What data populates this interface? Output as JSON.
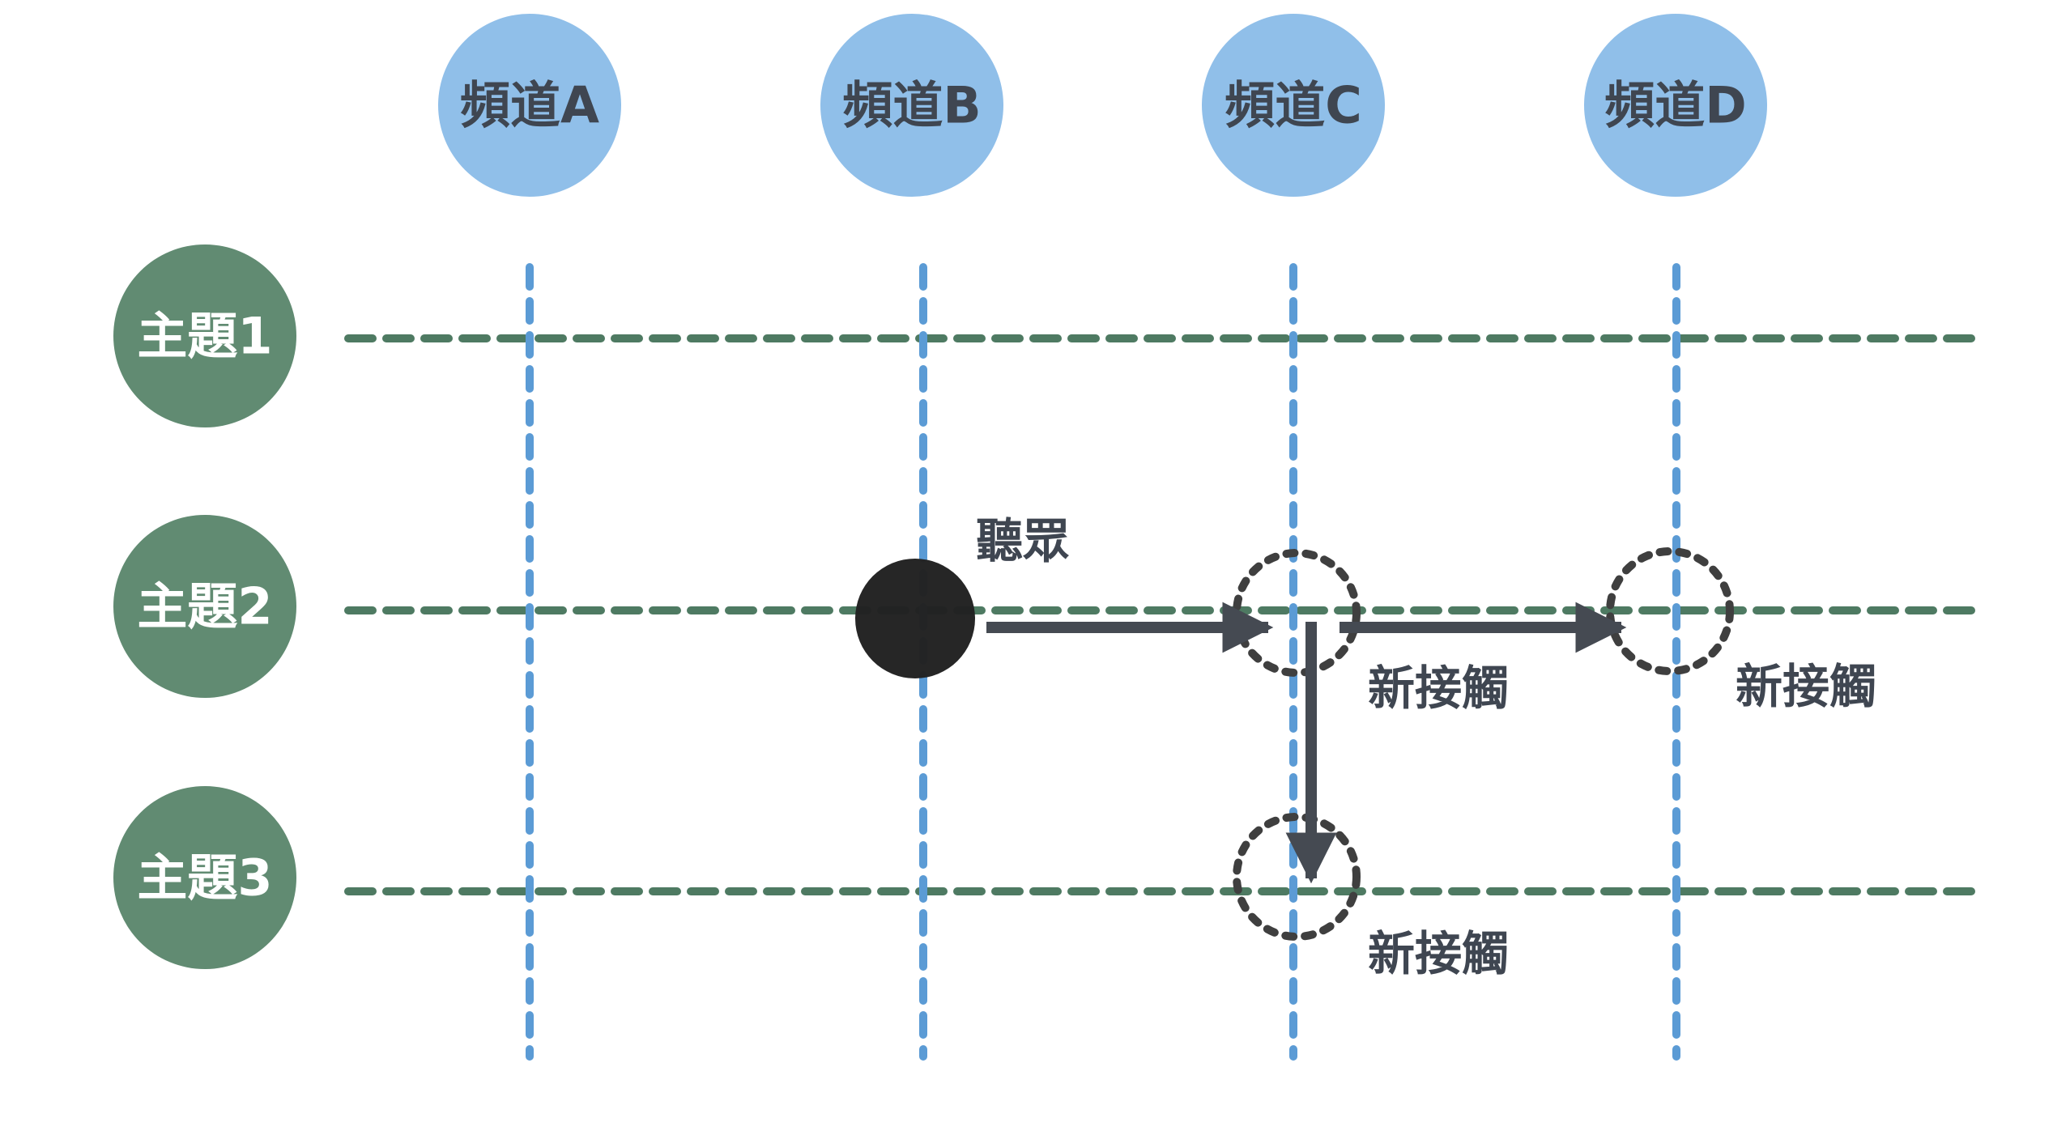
{
  "channels": [
    {
      "id": "A",
      "label": "頻道A"
    },
    {
      "id": "B",
      "label": "頻道B"
    },
    {
      "id": "C",
      "label": "頻道C"
    },
    {
      "id": "D",
      "label": "頻道D"
    }
  ],
  "topics": [
    {
      "id": "1",
      "label": "主題1"
    },
    {
      "id": "2",
      "label": "主題2"
    },
    {
      "id": "3",
      "label": "主題3"
    }
  ],
  "audience": {
    "label": "聽眾",
    "channel": "B",
    "topic": "2"
  },
  "new_contacts": [
    {
      "label": "新接觸",
      "channel": "C",
      "topic": "2"
    },
    {
      "label": "新接觸",
      "channel": "D",
      "topic": "2"
    },
    {
      "label": "新接觸",
      "channel": "C",
      "topic": "3"
    }
  ],
  "colors": {
    "channel_fill": "#90bfe9",
    "channel_text": "#3f4651",
    "channel_line": "#5b9bd5",
    "topic_fill": "#618b72",
    "topic_text": "#ffffff",
    "topic_line": "#4e7a62",
    "audience_fill": "#222222",
    "arrow": "#454a52",
    "contact_ring": "#3f3f3f",
    "label_text": "#3f4651"
  }
}
